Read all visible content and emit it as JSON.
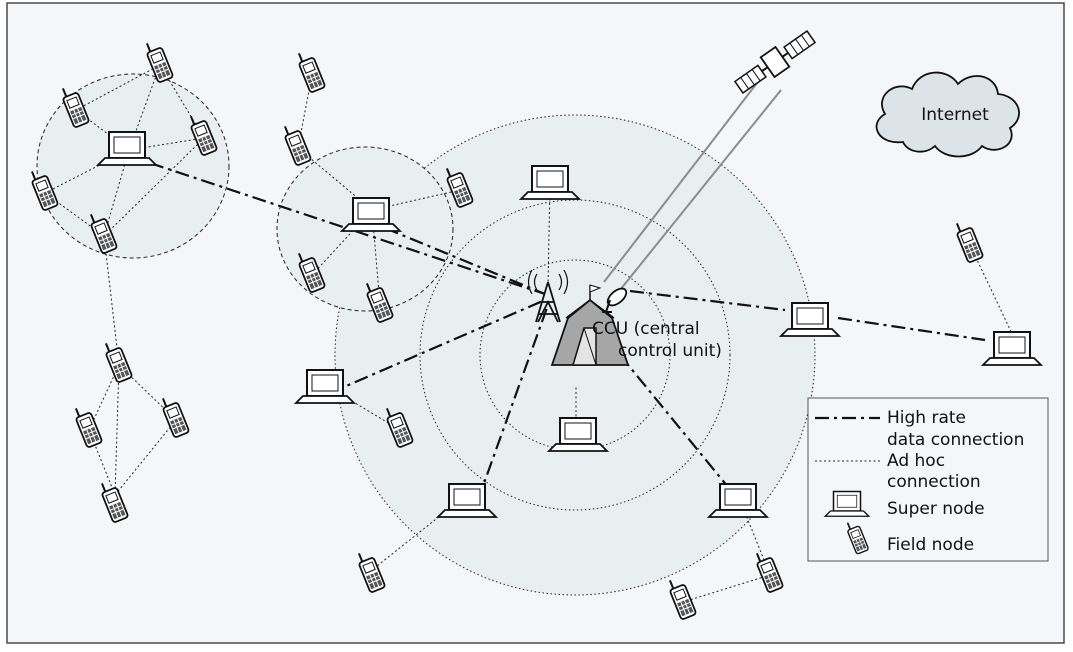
{
  "diagram": {
    "ccu_label_lines": [
      "CCU (central",
      "control unit)"
    ],
    "cloud_label": "Internet",
    "legend": {
      "high_rate_lines": [
        "High rate",
        "data connection"
      ],
      "adhoc_lines": [
        "Ad hoc",
        "connection"
      ],
      "super_node": "Super node",
      "field_node": "Field node"
    },
    "icons": {
      "super_node": "laptop-icon",
      "field_node": "mobile-phone-icon",
      "ccu": "tent-icon",
      "tower": "radio-tower-icon",
      "dish": "satellite-dish-icon",
      "satellite": "satellite-icon",
      "cloud": "cloud-icon"
    },
    "colors": {
      "background": "#f4f6f7",
      "zone_fill": "#e9eff1",
      "tent_fill": "#a6a6a6",
      "satellite_link": "#8c8c8c"
    }
  }
}
